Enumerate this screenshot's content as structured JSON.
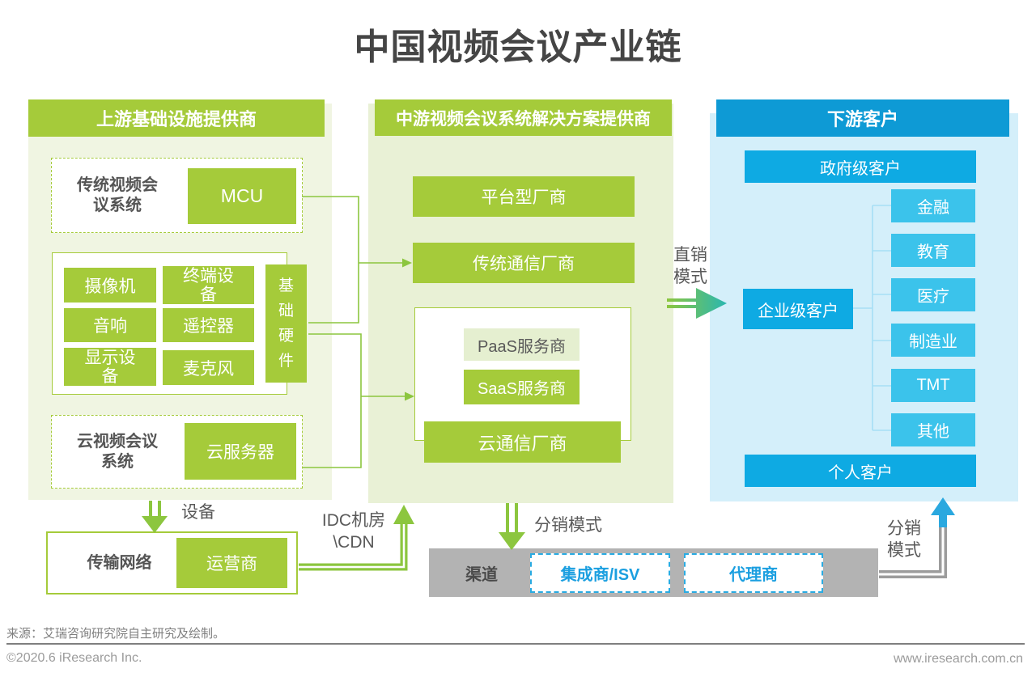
{
  "title": "中国视频会议产业链",
  "upstream": {
    "header": "上游基础设施提供商",
    "traditional_system": {
      "label": "传统视频会\n议系统",
      "item": "MCU"
    },
    "hardware": {
      "items": [
        "摄像机",
        "终端设\n备",
        "音响",
        "遥控器",
        "显示设\n备",
        "麦克风"
      ],
      "group_label": "基础硬件"
    },
    "cloud_system": {
      "label": "云视频会议\n系统",
      "item": "云服务器"
    },
    "device_arrow_label": "设备",
    "transmission": {
      "label": "传输网络",
      "item": "运营商"
    },
    "idc_arrow_label": "IDC机房\n\\CDN"
  },
  "midstream": {
    "header": "中游视频会议系统解决方案提供商",
    "platform_vendor": "平台型厂商",
    "telecom_vendor": "传统通信厂商",
    "cloud_group": {
      "paas": "PaaS服务商",
      "saas": "SaaS服务商",
      "cloud_comm": "云通信厂商"
    },
    "distribution_arrow_label": "分销模式"
  },
  "downstream": {
    "header": "下游客户",
    "government": "政府级客户",
    "enterprise": "企业级客户",
    "industries": [
      "金融",
      "教育",
      "医疗",
      "制造业",
      "TMT",
      "其他"
    ],
    "personal": "个人客户",
    "direct_arrow_label": "直销\n模式",
    "distribution_arrow_label": "分销\n模式"
  },
  "channel": {
    "label": "渠道",
    "partners": [
      "集成商/ISV",
      "代理商"
    ]
  },
  "footer": {
    "source": "来源：艾瑞咨询研究院自主研究及绘制。",
    "copyright": "©2020.6 iResearch Inc.",
    "website": "www.iresearch.com.cn"
  },
  "colors": {
    "green_box": "#A5CB3A",
    "green_line": "#8CC63F",
    "panel_green_left": "#F0F5E2",
    "panel_green_mid": "#E9F1D6",
    "paas_bg": "#E5EFD0",
    "blue_header": "#0E9AD5",
    "blue_box": "#0EAAE3",
    "cyan_box": "#3BC3EB",
    "panel_blue": "#D4EFFA",
    "gray_bar": "#B3B3B3",
    "channel_text": "#1B9FE0",
    "teal_arrow": "#29B7B0"
  }
}
